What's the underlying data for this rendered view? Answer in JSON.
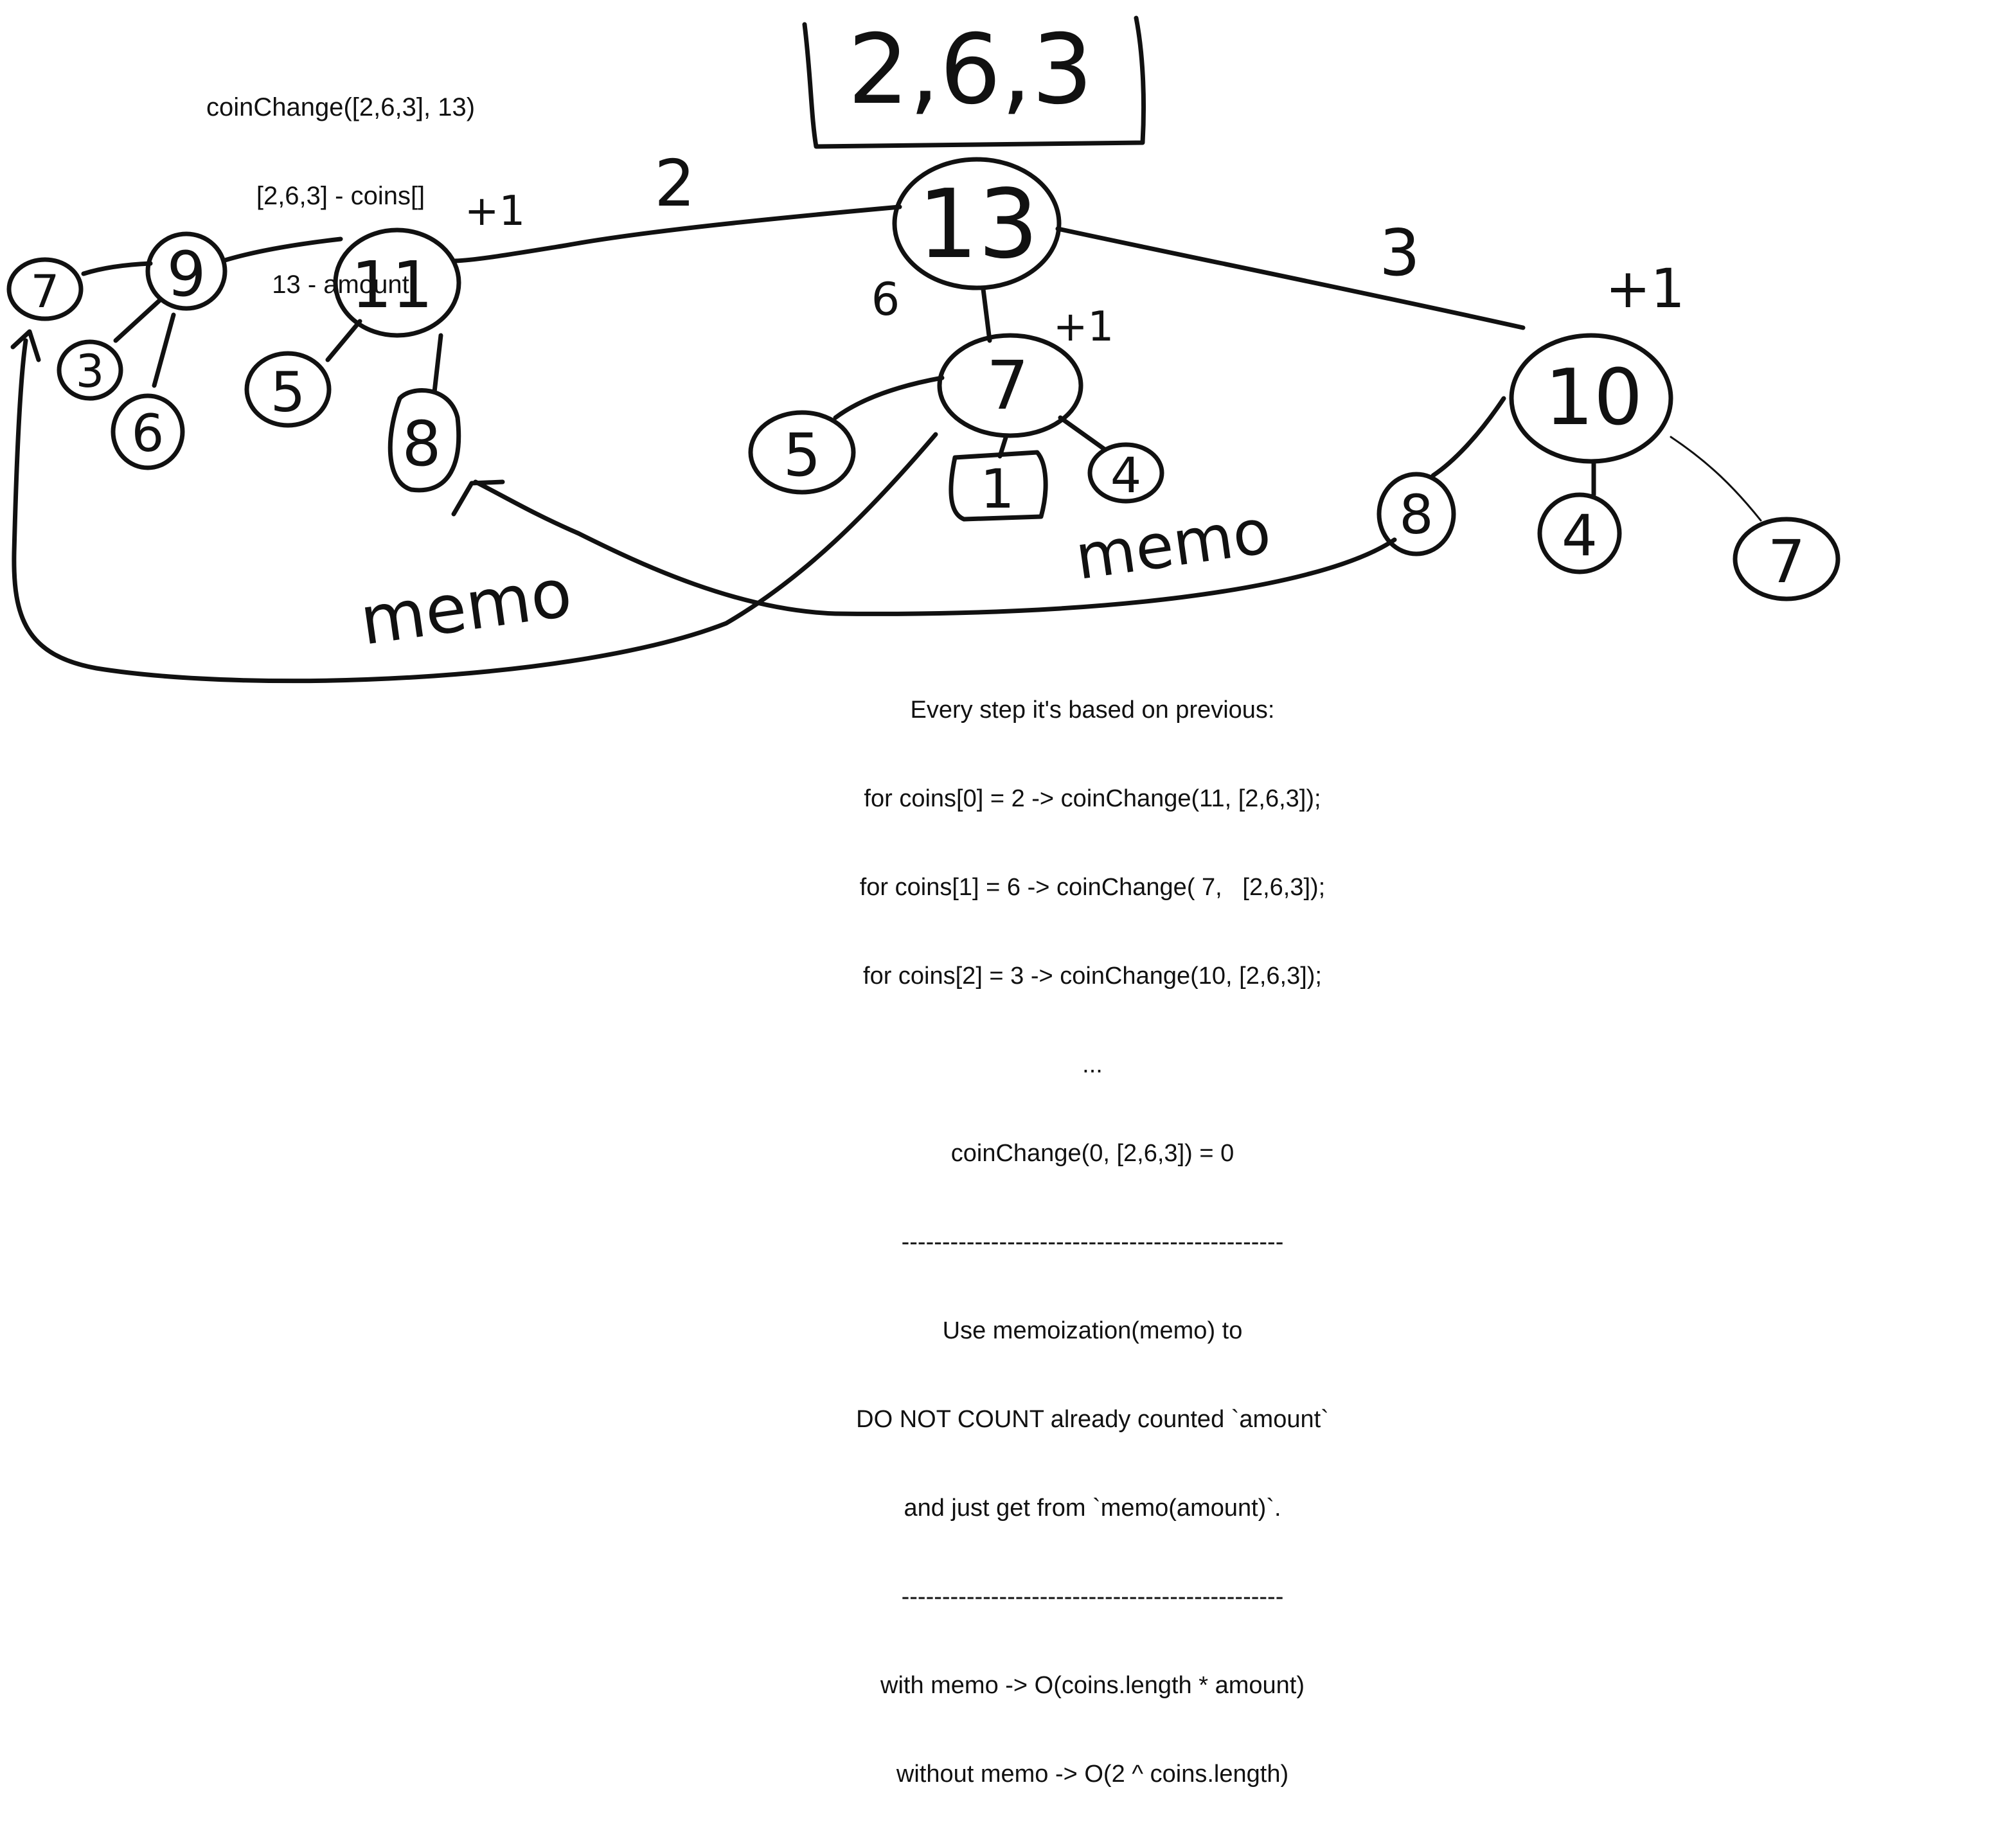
{
  "header": {
    "lines": [
      "coinChange([2,6,3], 13)",
      "[2,6,3] - coins[]",
      "13 - amount"
    ]
  },
  "coins_box": {
    "label": "2,6,3"
  },
  "tree": {
    "root": "13",
    "level1": [
      "11",
      "7",
      "10"
    ],
    "node_11_children": [
      "9",
      "5",
      "8"
    ],
    "node_9_children": [
      "7",
      "3",
      "6"
    ],
    "node_7_children": [
      "5",
      "1",
      "4"
    ],
    "node_10_children": [
      "8",
      "4",
      "7"
    ],
    "edge_labels": {
      "left": "2",
      "middle": "6",
      "right": "3"
    },
    "plus_one": "+1",
    "memo_label": "memo"
  },
  "notes": {
    "lines": [
      "Every step it's based on previous:",
      "for coins[0] = 2 -> coinChange(11, [2,6,3]);",
      "for coins[1] = 6 -> coinChange( 7,   [2,6,3]);",
      "for coins[2] = 3 -> coinChange(10, [2,6,3]);",
      "...",
      "coinChange(0, [2,6,3]) = 0",
      "-----------------------------------------------",
      "Use memoization(memo) to",
      "DO NOT COUNT already counted `amount`",
      "and just get from `memo(amount)`.",
      "-----------------------------------------------",
      "with memo -> O(coins.length * amount)",
      "without memo -> O(2 ^ coins.length)"
    ]
  }
}
